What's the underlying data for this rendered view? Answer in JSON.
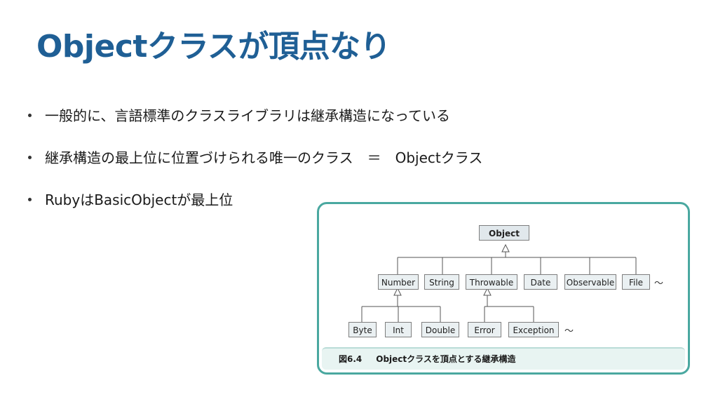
{
  "title": "Objectクラスが頂点なり",
  "bullets": [
    "一般的に、言語標準のクラスライブラリは継承構造になっている",
    "継承構造の最上位に位置づけられる唯一のクラス　＝　Objectクラス",
    "RubyはBasicObjectが最上位"
  ],
  "figure": {
    "caption_number": "図6.4",
    "caption_text": "Objectクラスを頂点とする継承構造",
    "root": "Object",
    "level1": [
      "Number",
      "String",
      "Throwable",
      "Date",
      "Observable",
      "File"
    ],
    "level1_more": "〜",
    "number_children": [
      "Byte",
      "Int",
      "Double"
    ],
    "throwable_children": [
      "Error",
      "Exception"
    ],
    "level2_more": "〜",
    "line_color": "#555555",
    "node_fill": "#eaf0f2",
    "frame_color": "#4aa8a0",
    "title_color": "#1f5f95"
  }
}
